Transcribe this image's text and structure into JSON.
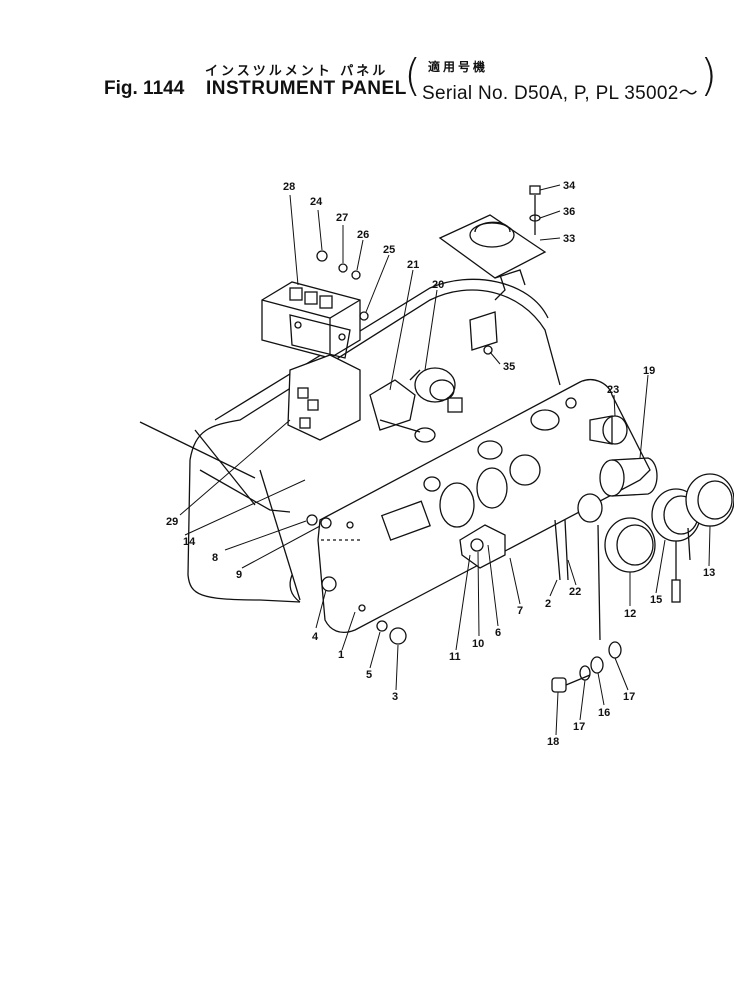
{
  "header": {
    "title_jp": "インスツルメント パネル",
    "serial_jp": "適用号機",
    "figure": "Fig. 1144",
    "title": "INSTRUMENT PANEL",
    "serial": "Serial No. D50A, P, PL 35002～",
    "paren_open": "(",
    "paren_close": ")"
  },
  "parts": [
    {
      "id": "28",
      "label": "28"
    },
    {
      "id": "24",
      "label": "24"
    },
    {
      "id": "27",
      "label": "27"
    },
    {
      "id": "26",
      "label": "26"
    },
    {
      "id": "25",
      "label": "25"
    },
    {
      "id": "21",
      "label": "21"
    },
    {
      "id": "20",
      "label": "20"
    },
    {
      "id": "34",
      "label": "34"
    },
    {
      "id": "36",
      "label": "36"
    },
    {
      "id": "33",
      "label": "33"
    },
    {
      "id": "35",
      "label": "35"
    },
    {
      "id": "19",
      "label": "19"
    },
    {
      "id": "23",
      "label": "23"
    },
    {
      "id": "29",
      "label": "29"
    },
    {
      "id": "14",
      "label": "14"
    },
    {
      "id": "8",
      "label": "8"
    },
    {
      "id": "9",
      "label": "9"
    },
    {
      "id": "4",
      "label": "4"
    },
    {
      "id": "1",
      "label": "1"
    },
    {
      "id": "5",
      "label": "5"
    },
    {
      "id": "3",
      "label": "3"
    },
    {
      "id": "11",
      "label": "11"
    },
    {
      "id": "10",
      "label": "10"
    },
    {
      "id": "6",
      "label": "6"
    },
    {
      "id": "7",
      "label": "7"
    },
    {
      "id": "2",
      "label": "2"
    },
    {
      "id": "22",
      "label": "22"
    },
    {
      "id": "12",
      "label": "12"
    },
    {
      "id": "15",
      "label": "15"
    },
    {
      "id": "13",
      "label": "13"
    },
    {
      "id": "18",
      "label": "18"
    },
    {
      "id": "17a",
      "label": "17"
    },
    {
      "id": "16",
      "label": "16"
    },
    {
      "id": "17b",
      "label": "17"
    }
  ]
}
